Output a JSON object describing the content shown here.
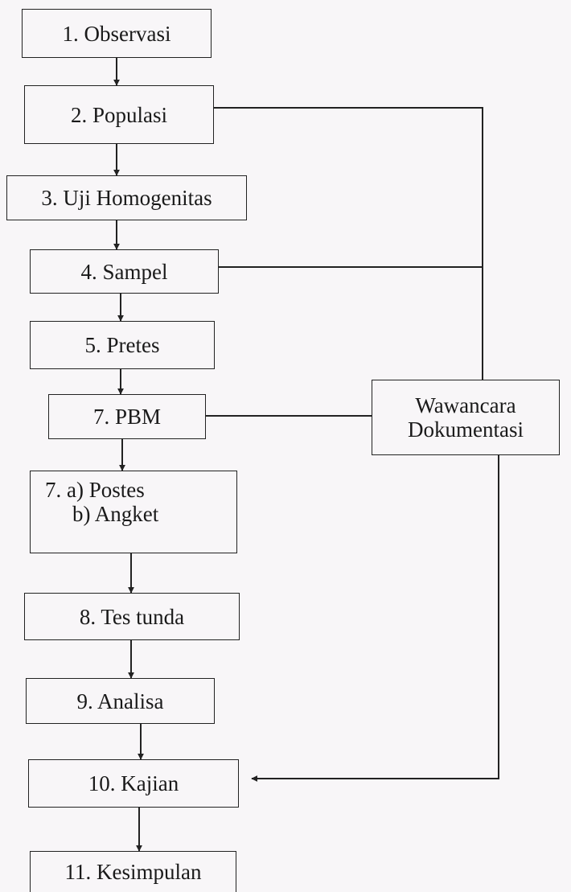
{
  "steps": {
    "observasi": "1. Observasi",
    "populasi": "2. Populasi",
    "uji_homogenitas": "3. Uji Homogenitas",
    "sampel": "4. Sampel",
    "pretes": "5. Pretes",
    "pbm": "7. PBM",
    "postes_line1": "7. a) Postes",
    "postes_line2": "b) Angket",
    "tes_tunda": "8. Tes tunda",
    "analisa": "9. Analisa",
    "kajian": "10. Kajian",
    "kesimpulan": "11. Kesimpulan"
  },
  "side": {
    "line1": "Wawancara",
    "line2": "Dokumentasi"
  }
}
